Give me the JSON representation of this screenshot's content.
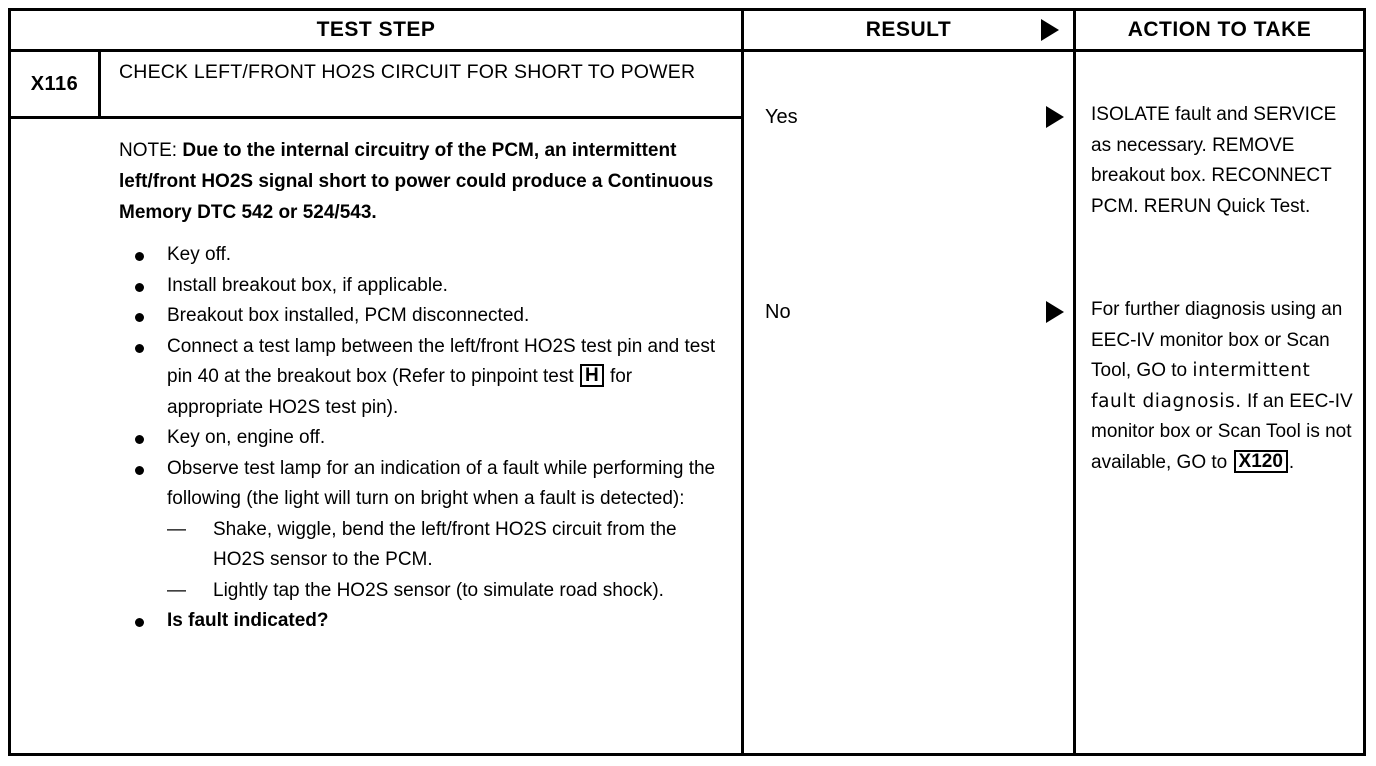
{
  "table": {
    "headers": {
      "test_step": "TEST STEP",
      "result": "RESULT",
      "action": "ACTION TO TAKE",
      "result_arrow_icon": "triangle-right-icon"
    },
    "step": {
      "id": "X116",
      "title": "CHECK LEFT/FRONT HO2S CIRCUIT FOR SHORT TO POWER",
      "note": {
        "lead": "NOTE:",
        "text": "Due to the internal circuitry of the PCM, an intermittent left/front HO2S signal short to power could produce a Continuous Memory DTC 542 or 524/543."
      },
      "bullets": [
        {
          "text": "Key off.",
          "bold": false
        },
        {
          "text": "Install breakout box, if applicable.",
          "bold": false
        },
        {
          "text": "Breakout box installed, PCM disconnected.",
          "bold": false
        },
        {
          "bold": false,
          "parts": [
            "Connect a test lamp between the left/front HO2S test pin and test pin 40 at the breakout box (Refer to pinpoint test ",
            "H",
            " for appropriate HO2S test pin)."
          ],
          "boxed_ref": "H"
        },
        {
          "text": "Key on, engine off.",
          "bold": false
        },
        {
          "text": "Observe test lamp for an indication of a fault while performing the following (the light will turn on bright when a fault is detected):",
          "bold": false,
          "sub_items": [
            {
              "dash": "—",
              "text": "Shake, wiggle, bend the left/front HO2S circuit from the HO2S sensor to the PCM."
            },
            {
              "dash": "—",
              "text": "Lightly tap the HO2S sensor (to simulate road shock)."
            }
          ]
        },
        {
          "text": "Is fault indicated?",
          "bold": true
        }
      ]
    },
    "branches": [
      {
        "result": "Yes",
        "arrow_icon": "triangle-right-icon",
        "action_text": "ISOLATE fault and SERVICE as necessary. REMOVE breakout box. RECONNECT PCM. RERUN Quick Test."
      },
      {
        "result": "No",
        "arrow_icon": "triangle-right-icon",
        "action_lead": "For further diagnosis using an EEC-IV monitor box or Scan Tool, GO to",
        "action_alt": "intermittent fault diagnosis.",
        "action_tail_before": "If an EEC-IV monitor box or Scan Tool is not available, GO to",
        "action_boxed_ref": "X120",
        "action_tail_after": "."
      }
    ]
  },
  "colors": {
    "ink": "#000000",
    "paper": "#ffffff"
  }
}
